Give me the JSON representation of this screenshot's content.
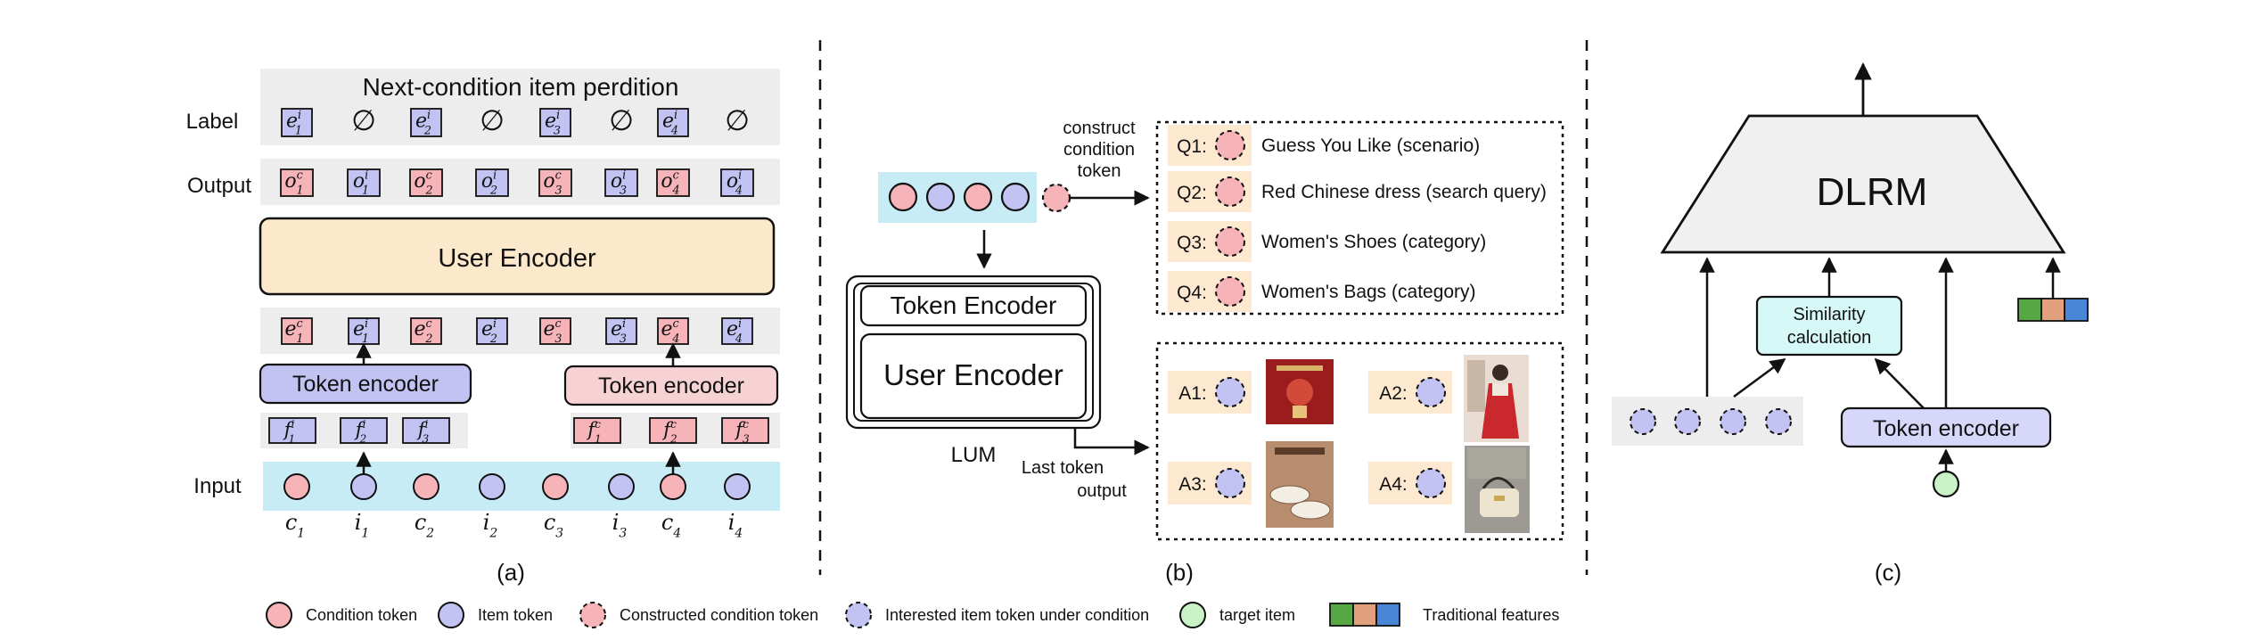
{
  "colors": {
    "condition": "#f6b3b8",
    "item": "#c2c3f3",
    "input_band": "#c8ecf6",
    "gray_band": "#ededed",
    "user_encoder_fill": "#fce9cc",
    "cond_tag": "#fde9cf",
    "similarity_fill": "#d6f8f6",
    "target": "#c9f3c6",
    "feat_green": "#57a844",
    "feat_orange": "#e3a07d",
    "feat_blue": "#4a86d8"
  },
  "panel_a": {
    "title": "Next-condition item perdition",
    "label_row": "Label",
    "output_row": "Output",
    "input_row": "Input",
    "user_encoder": "User Encoder",
    "token_encoder_left": "Token encoder",
    "token_encoder_right": "Token encoder",
    "label_tokens": [
      {
        "b": "e",
        "sup": "i",
        "sub": "1",
        "kind": "item"
      },
      {
        "b": "∅",
        "kind": "empty"
      },
      {
        "b": "e",
        "sup": "i",
        "sub": "2",
        "kind": "item"
      },
      {
        "b": "∅",
        "kind": "empty"
      },
      {
        "b": "e",
        "sup": "i",
        "sub": "3",
        "kind": "item"
      },
      {
        "b": "∅",
        "kind": "empty"
      },
      {
        "b": "e",
        "sup": "i",
        "sub": "4",
        "kind": "item"
      },
      {
        "b": "∅",
        "kind": "empty"
      }
    ],
    "output_tokens": [
      {
        "b": "o",
        "sup": "c",
        "sub": "1",
        "kind": "cond"
      },
      {
        "b": "o",
        "sup": "i",
        "sub": "1",
        "kind": "item"
      },
      {
        "b": "o",
        "sup": "c",
        "sub": "2",
        "kind": "cond"
      },
      {
        "b": "o",
        "sup": "i",
        "sub": "2",
        "kind": "item"
      },
      {
        "b": "o",
        "sup": "c",
        "sub": "3",
        "kind": "cond"
      },
      {
        "b": "o",
        "sup": "i",
        "sub": "3",
        "kind": "item"
      },
      {
        "b": "o",
        "sup": "c",
        "sub": "4",
        "kind": "cond"
      },
      {
        "b": "o",
        "sup": "i",
        "sub": "4",
        "kind": "item"
      }
    ],
    "embed_tokens": [
      {
        "b": "e",
        "sup": "c",
        "sub": "1",
        "kind": "cond"
      },
      {
        "b": "e",
        "sup": "i",
        "sub": "1",
        "kind": "item"
      },
      {
        "b": "e",
        "sup": "c",
        "sub": "2",
        "kind": "cond"
      },
      {
        "b": "e",
        "sup": "i",
        "sub": "2",
        "kind": "item"
      },
      {
        "b": "e",
        "sup": "c",
        "sub": "3",
        "kind": "cond"
      },
      {
        "b": "e",
        "sup": "i",
        "sub": "3",
        "kind": "item"
      },
      {
        "b": "e",
        "sup": "c",
        "sub": "4",
        "kind": "cond"
      },
      {
        "b": "e",
        "sup": "i",
        "sub": "4",
        "kind": "item"
      }
    ],
    "item_features": [
      {
        "b": "f",
        "sup": "i",
        "sub": "1"
      },
      {
        "b": "f",
        "sup": "i",
        "sub": "2"
      },
      {
        "b": "f",
        "sup": "i",
        "sub": "3"
      }
    ],
    "cond_features": [
      {
        "b": "f",
        "sup": "c",
        "sub": "1"
      },
      {
        "b": "f",
        "sup": "c",
        "sub": "2"
      },
      {
        "b": "f",
        "sup": "c",
        "sub": "3"
      }
    ],
    "input_tokens": [
      {
        "b": "c",
        "sub": "1",
        "kind": "cond"
      },
      {
        "b": "i",
        "sub": "1",
        "kind": "item"
      },
      {
        "b": "c",
        "sub": "2",
        "kind": "cond"
      },
      {
        "b": "i",
        "sub": "2",
        "kind": "item"
      },
      {
        "b": "c",
        "sub": "3",
        "kind": "cond"
      },
      {
        "b": "i",
        "sub": "3",
        "kind": "item"
      },
      {
        "b": "c",
        "sub": "4",
        "kind": "cond"
      },
      {
        "b": "i",
        "sub": "4",
        "kind": "item"
      }
    ],
    "caption": "(a)"
  },
  "panel_b": {
    "construct_label": [
      "construct",
      "condition",
      "token"
    ],
    "token_encoder": "Token Encoder",
    "user_encoder": "User Encoder",
    "lum": "LUM",
    "last_token_label": [
      "Last token",
      "output"
    ],
    "queries": [
      {
        "tag": "Q1:",
        "text": "Guess You Like (scenario)"
      },
      {
        "tag": "Q2:",
        "text": "Red Chinese dress (search query)"
      },
      {
        "tag": "Q3:",
        "text": "Women's Shoes (category)"
      },
      {
        "tag": "Q4:",
        "text": "Women's Bags (category)"
      }
    ],
    "answers": [
      {
        "tag": "A1:",
        "thumb": "red-poster-thumbnail"
      },
      {
        "tag": "A2:",
        "thumb": "red-dress-thumbnail"
      },
      {
        "tag": "A3:",
        "thumb": "white-shoes-thumbnail"
      },
      {
        "tag": "A4:",
        "thumb": "handbag-thumbnail"
      }
    ],
    "caption": "(b)"
  },
  "panel_c": {
    "dlrm": "DLRM",
    "similarity": [
      "Similarity",
      "calculation"
    ],
    "token_encoder": "Token encoder",
    "caption": "(c)"
  },
  "legend": [
    {
      "kind": "cond",
      "label": "Condition token"
    },
    {
      "kind": "item",
      "label": "Item token"
    },
    {
      "kind": "cond-dashed",
      "label": "Constructed condition token"
    },
    {
      "kind": "item-dashed",
      "label": "Interested item token under condition"
    },
    {
      "kind": "target",
      "label": "target item"
    },
    {
      "kind": "features",
      "label": "Traditional features"
    }
  ]
}
